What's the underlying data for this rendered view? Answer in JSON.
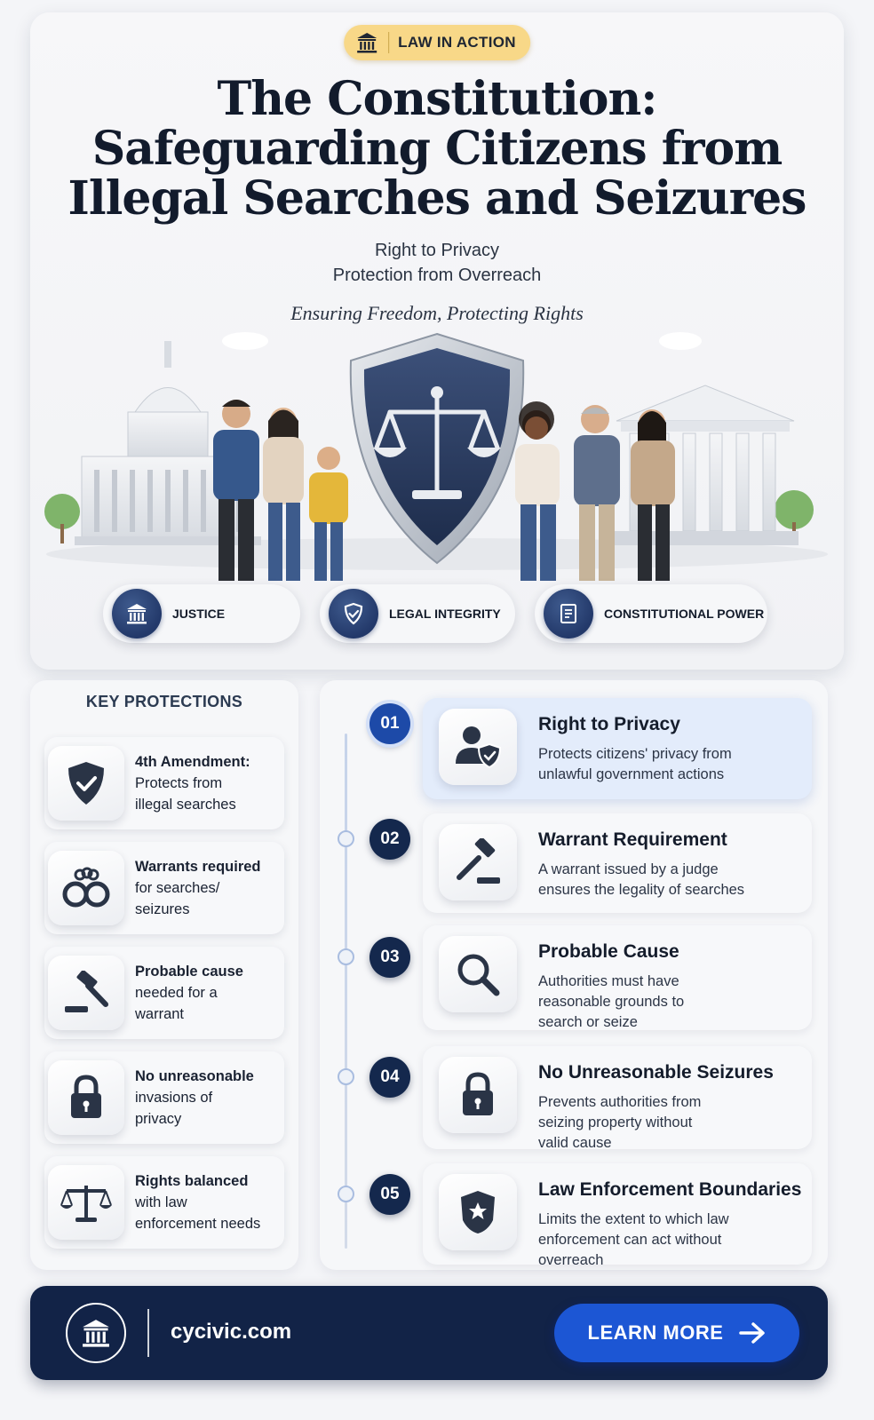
{
  "hero": {
    "badge_label": "LAW IN ACTION",
    "title_lines": [
      "The Constitution:",
      "Safeguarding Citizens from",
      "Illegal Searches and Seizures"
    ],
    "subtitle_lines": [
      "Right to Privacy",
      "Protection from Overreach"
    ],
    "tagline": "Ensuring Freedom, Protecting Rights",
    "pills": [
      {
        "label": "JUSTICE",
        "icon": "courthouse-icon"
      },
      {
        "label": "LEGAL INTEGRITY",
        "icon": "shield-check-icon"
      },
      {
        "label": "CONSTITUTIONAL POWER",
        "icon": "document-icon"
      }
    ]
  },
  "key_protections": {
    "title": "KEY PROTECTIONS",
    "items": [
      {
        "bold": "4th Amendment:",
        "lines": [
          "Protects from",
          "illegal searches"
        ],
        "icon": "shield-check-icon"
      },
      {
        "bold": "",
        "lines": [
          "Warrants required",
          "for searches/",
          "seizures"
        ],
        "icon": "handcuffs-icon"
      },
      {
        "bold": "",
        "lines": [
          "Probable cause",
          "needed for a",
          "warrant"
        ],
        "icon": "gavel-icon"
      },
      {
        "bold": "",
        "lines": [
          "No unreasonable",
          "invasions of",
          "privacy"
        ],
        "icon": "padlock-icon"
      },
      {
        "bold": "",
        "lines": [
          "Rights balanced",
          "with law",
          "enforcement needs"
        ],
        "icon": "scales-icon"
      }
    ]
  },
  "timeline": {
    "steps": [
      {
        "num": "01",
        "title": "Right to Privacy",
        "desc": [
          "Protects citizens' privacy from",
          "unlawful government actions"
        ],
        "icon": "user-shield-icon",
        "active": true
      },
      {
        "num": "02",
        "title": "Warrant Requirement",
        "desc": [
          "A warrant issued by a judge",
          "ensures the legality of searches"
        ],
        "icon": "gavel-icon",
        "active": false
      },
      {
        "num": "03",
        "title": "Probable Cause",
        "desc": [
          "Authorities must have",
          "reasonable grounds to",
          "search or seize"
        ],
        "icon": "magnifier-icon",
        "active": false
      },
      {
        "num": "04",
        "title": "No Unreasonable Seizures",
        "desc": [
          "Prevents authorities from",
          "seizing property without",
          "valid cause"
        ],
        "icon": "padlock-icon",
        "active": false
      },
      {
        "num": "05",
        "title": "Law Enforcement Boundaries",
        "desc": [
          "Limits the extent to which law",
          "enforcement can act without",
          "overreach"
        ],
        "icon": "badge-icon",
        "active": false
      }
    ]
  },
  "footer": {
    "site": "cycivic.com",
    "cta_label": "LEARN MORE"
  },
  "colors": {
    "navy": "#122347",
    "accent_blue": "#1c56d4",
    "badge_gold": "#f8d888",
    "active_card": "#e3ecfb"
  }
}
